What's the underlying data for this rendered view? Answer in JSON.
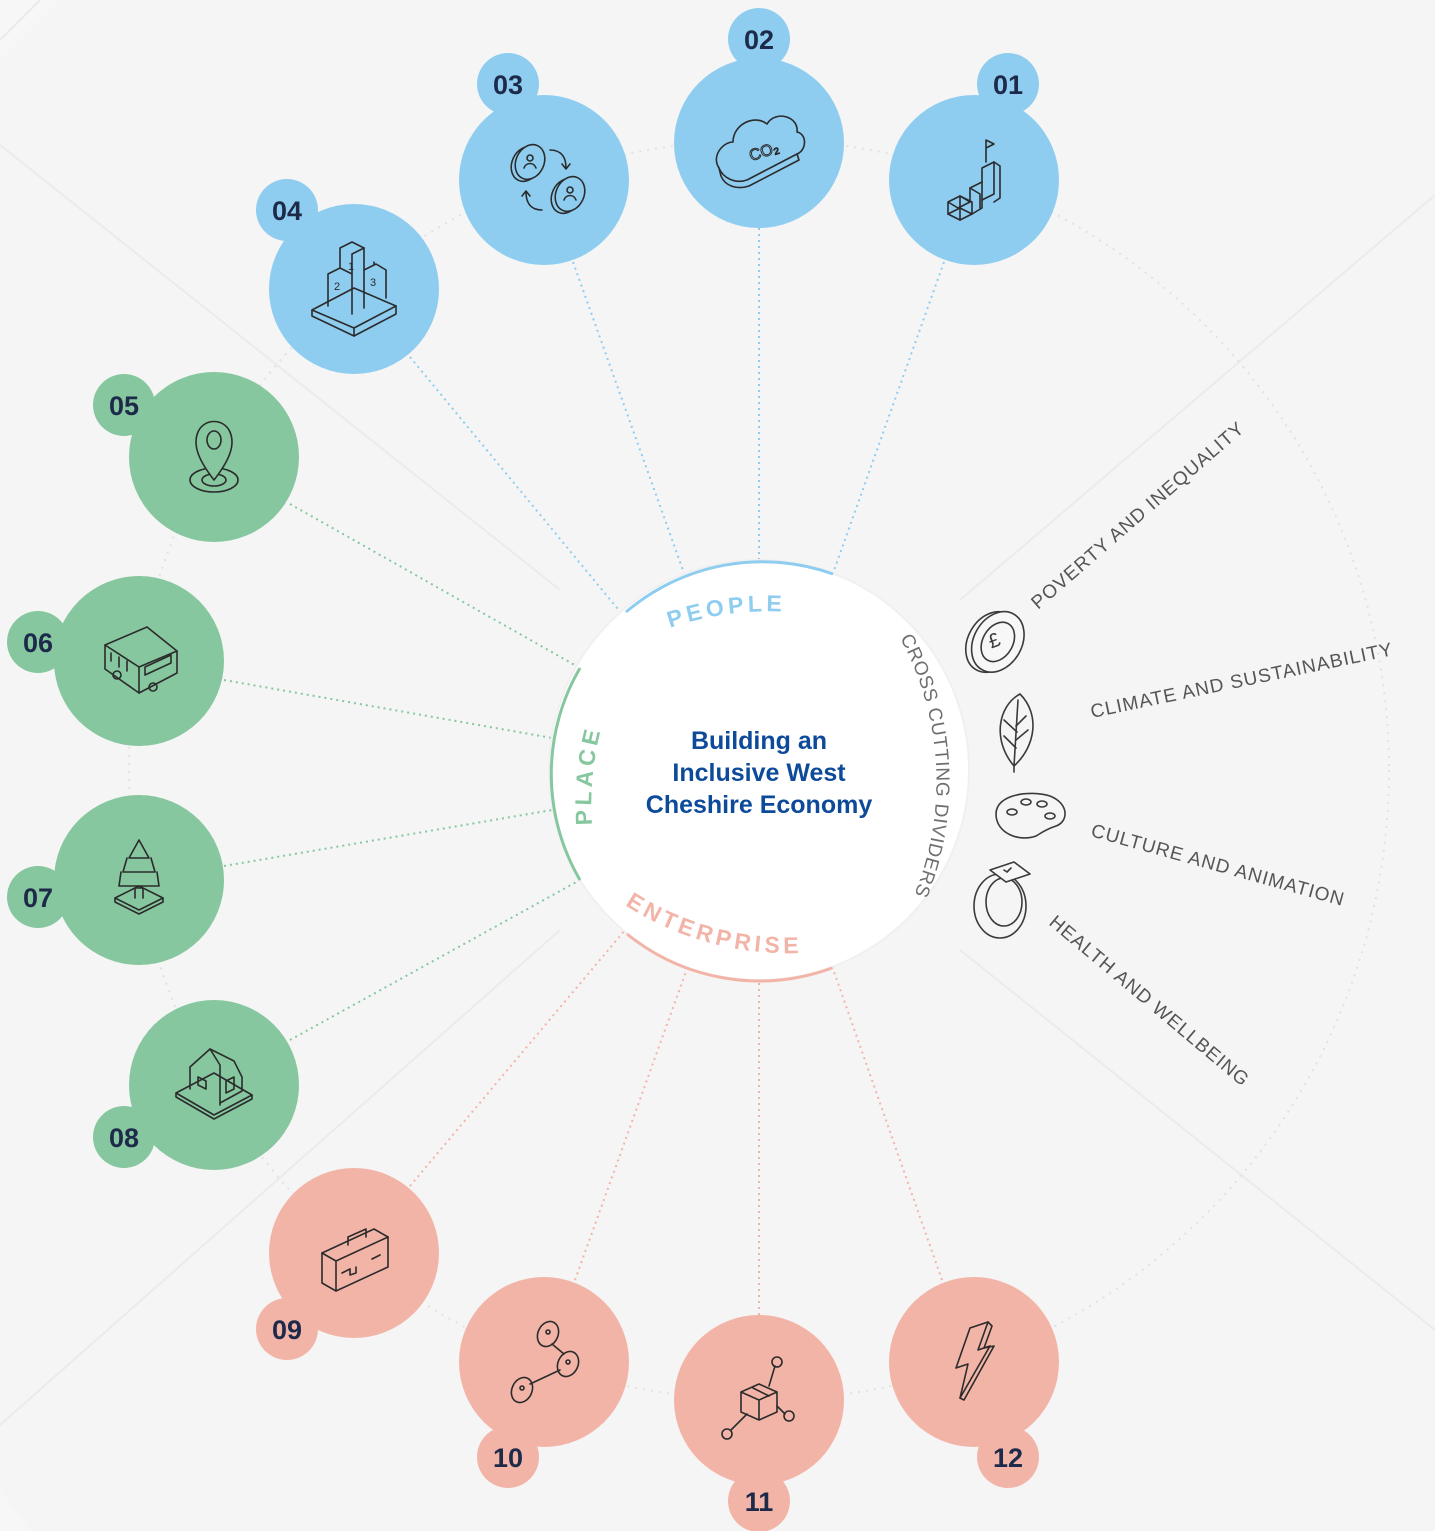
{
  "center": {
    "lines": [
      "Building an",
      "Inclusive West",
      "Cheshire Economy"
    ]
  },
  "groups": {
    "people": {
      "label": "PEOPLE",
      "color": "#8ecdf0"
    },
    "place": {
      "label": "PLACE",
      "color": "#86c79f"
    },
    "enterprise": {
      "label": "ENTERPRISE",
      "color": "#f3b4a8"
    }
  },
  "cross_cutting": {
    "label": "CROSS CUTTING DIVIDERS",
    "items": [
      {
        "label": "POVERTY AND INEQUALITY",
        "icon": "pound-coin-icon"
      },
      {
        "label": "CLIMATE AND SUSTAINABILITY",
        "icon": "leaf-icon"
      },
      {
        "label": "CULTURE AND ANIMATION",
        "icon": "palette-icon"
      },
      {
        "label": "HEALTH AND WELLBEING",
        "icon": "smartwatch-icon"
      }
    ]
  },
  "themes": [
    {
      "number": "01",
      "group": "people",
      "icon": "growth-steps-flag-icon"
    },
    {
      "number": "02",
      "group": "people",
      "icon": "co2-cloud-icon"
    },
    {
      "number": "03",
      "group": "people",
      "icon": "coin-exchange-icon"
    },
    {
      "number": "04",
      "group": "people",
      "icon": "podium-icon"
    },
    {
      "number": "05",
      "group": "place",
      "icon": "location-pin-icon"
    },
    {
      "number": "06",
      "group": "place",
      "icon": "bus-icon"
    },
    {
      "number": "07",
      "group": "place",
      "icon": "tree-icon"
    },
    {
      "number": "08",
      "group": "place",
      "icon": "house-icon"
    },
    {
      "number": "09",
      "group": "enterprise",
      "icon": "briefcase-icon"
    },
    {
      "number": "10",
      "group": "enterprise",
      "icon": "coin-network-icon"
    },
    {
      "number": "11",
      "group": "enterprise",
      "icon": "box-network-icon"
    },
    {
      "number": "12",
      "group": "enterprise",
      "icon": "lightning-icon"
    }
  ]
}
